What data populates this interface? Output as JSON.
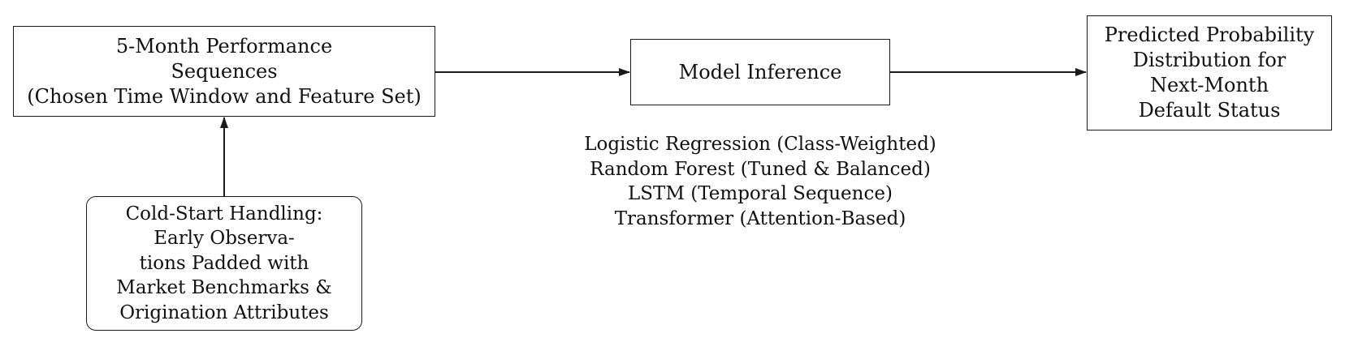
{
  "nodes": {
    "input_sequences": {
      "lines": [
        "5-Month Performance",
        "Sequences",
        "(Chosen Time Window and Feature Set)"
      ]
    },
    "model_inference": {
      "lines": [
        "Model Inference"
      ]
    },
    "output_distribution": {
      "lines": [
        "Predicted Probability",
        "Distribution for",
        "Next-Month",
        "Default Status"
      ]
    },
    "cold_start": {
      "lines": [
        "Cold-Start Handling:",
        "Early Observa-",
        "tions Padded with",
        "Market Benchmarks &",
        "Origination Attributes"
      ]
    }
  },
  "model_list": {
    "items": [
      "Logistic Regression (Class-Weighted)",
      "Random Forest (Tuned & Balanced)",
      "LSTM (Temporal Sequence)",
      "Transformer (Attention-Based)"
    ]
  },
  "edges": [
    {
      "from": "input_sequences",
      "to": "model_inference"
    },
    {
      "from": "model_inference",
      "to": "output_distribution"
    },
    {
      "from": "cold_start",
      "to": "input_sequences"
    }
  ]
}
